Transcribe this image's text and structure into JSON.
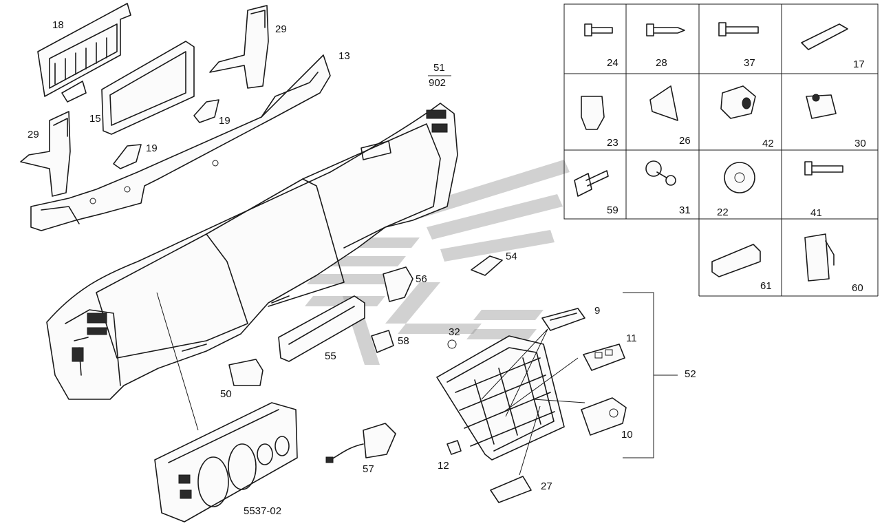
{
  "diagram": {
    "drawing_number": "5537-02",
    "group_reference": {
      "numerator": "51",
      "denominator": "902"
    },
    "callouts": {
      "c18": "18",
      "c29a": "29",
      "c13": "13",
      "c15": "15",
      "c19a": "19",
      "c29b": "29",
      "c19b": "19",
      "c56": "56",
      "c54": "54",
      "c55": "55",
      "c58": "58",
      "c50": "50",
      "c57": "57",
      "c32": "32",
      "c9": "9",
      "c11": "11",
      "c52": "52",
      "c10": "10",
      "c12": "12",
      "c27": "27"
    },
    "hardware_grid": [
      {
        "number": "24",
        "icon": "screw-icon"
      },
      {
        "number": "28",
        "icon": "tapping-screw-icon"
      },
      {
        "number": "37",
        "icon": "bolt-icon"
      },
      {
        "number": "17",
        "icon": "block-icon"
      },
      {
        "number": "23",
        "icon": "clip-icon"
      },
      {
        "number": "26",
        "icon": "spring-clip-icon"
      },
      {
        "number": "42",
        "icon": "nut-icon"
      },
      {
        "number": "30",
        "icon": "speed-nut-icon"
      },
      {
        "number": "59",
        "icon": "flange-bolt-icon"
      },
      {
        "number": "31",
        "icon": "push-rivet-icon"
      },
      {
        "number": "22",
        "icon": "washer-icon"
      },
      {
        "number": "41",
        "icon": "bolt-icon"
      },
      {
        "number": "61",
        "icon": "rubber-block-icon"
      },
      {
        "number": "60",
        "icon": "j-clip-icon"
      }
    ],
    "colors": {
      "line": "#1a1a1a",
      "watermark": "#9a9a9a",
      "background": "#ffffff"
    }
  }
}
